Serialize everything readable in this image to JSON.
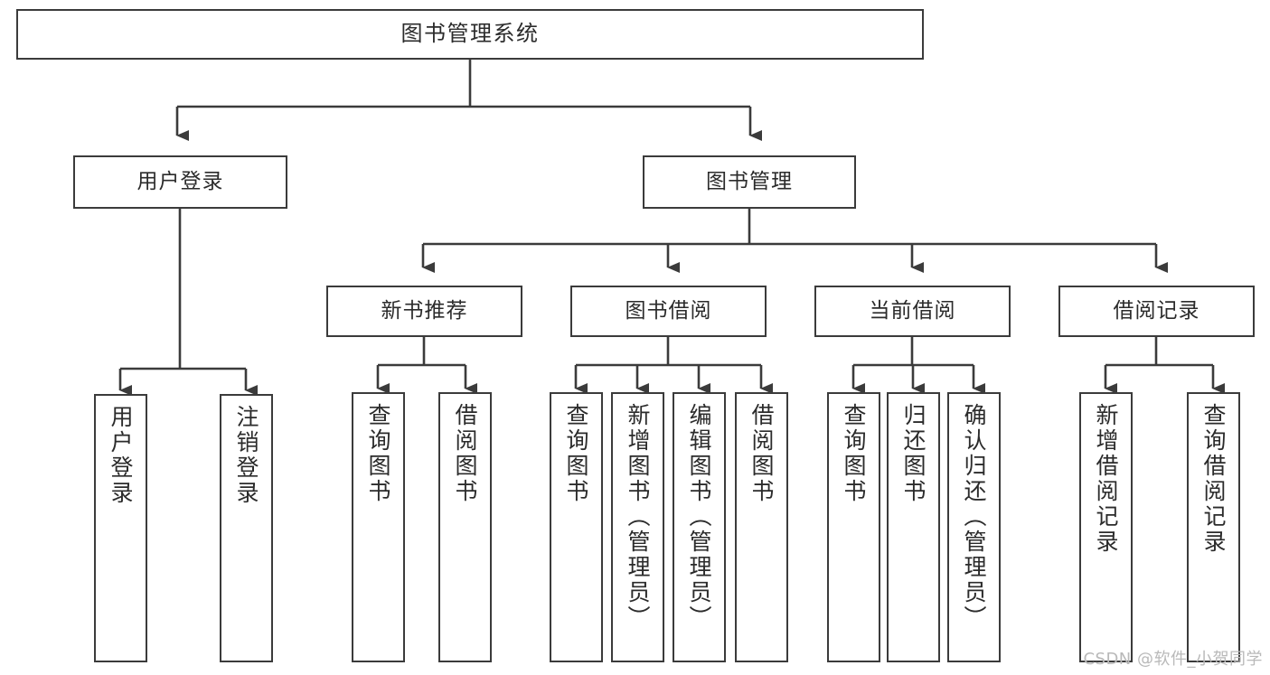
{
  "diagram": {
    "title": "图书管理系统",
    "type": "tree-hierarchy",
    "watermark": "CSDN @软件_小贺同学",
    "colors": {
      "box_border": "#3b3b3b",
      "box_fill": "#ffffff",
      "edge": "#3b3b3b",
      "text": "#2b2b2b",
      "watermark": "#b9b9b9",
      "background": "#ffffff"
    },
    "root": {
      "label": "图书管理系统"
    },
    "level2": [
      {
        "label": "用户登录"
      },
      {
        "label": "图书管理"
      }
    ],
    "level3": [
      {
        "label": "新书推荐"
      },
      {
        "label": "图书借阅"
      },
      {
        "label": "当前借阅"
      },
      {
        "label": "借阅记录"
      }
    ],
    "leaves": {
      "user_login": [
        {
          "label": "用户登录"
        },
        {
          "label": "注销登录"
        }
      ],
      "new_book_recommend": [
        {
          "label": "查询图书"
        },
        {
          "label": "借阅图书"
        }
      ],
      "book_borrow": [
        {
          "label": "查询图书"
        },
        {
          "label": "新增图书（管理员）"
        },
        {
          "label": "编辑图书（管理员）"
        },
        {
          "label": "借阅图书"
        }
      ],
      "current_borrow": [
        {
          "label": "查询图书"
        },
        {
          "label": "归还图书"
        },
        {
          "label": "确认归还（管理员）"
        }
      ],
      "borrow_record": [
        {
          "label": "新增借阅记录"
        },
        {
          "label": "查询借阅记录"
        }
      ]
    }
  }
}
